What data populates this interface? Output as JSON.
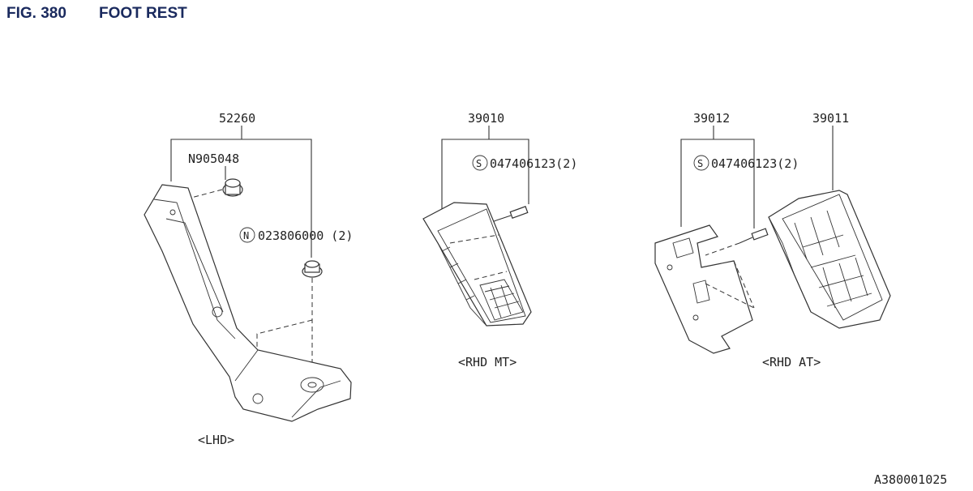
{
  "header": {
    "fig_no": "FIG. 380",
    "title": "FOOT REST"
  },
  "callouts": {
    "part_52260": "52260",
    "part_n905048": "N905048",
    "part_023806000_code": "023806000 (2)",
    "part_023806000_prefix": "N",
    "part_39010": "39010",
    "part_047406123_mt_prefix": "S",
    "part_047406123_mt_code": "047406123(2)",
    "part_39012": "39012",
    "part_39011": "39011",
    "part_047406123_at_prefix": "S",
    "part_047406123_at_code": "047406123(2)"
  },
  "variants": {
    "lhd": "<LHD>",
    "rhd_mt": "<RHD MT>",
    "rhd_at": "<RHD AT>"
  },
  "footer": {
    "ref_code": "A380001025"
  },
  "colors": {
    "header": "#1a2a5e",
    "line": "#333333"
  }
}
